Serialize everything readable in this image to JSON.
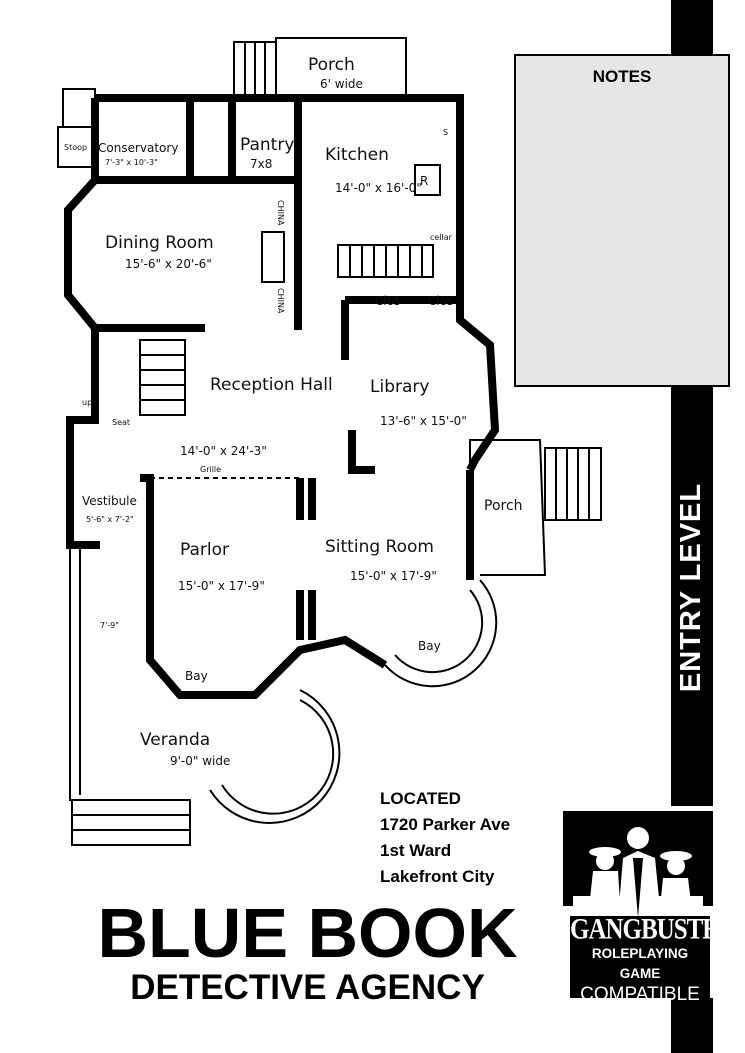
{
  "notes": {
    "title": "NOTES"
  },
  "side_label": "ENTRY LEVEL",
  "location": {
    "heading": "LOCATED",
    "address": "1720 Parker Ave",
    "ward": "1st Ward",
    "city": "Lakefront City"
  },
  "title": {
    "line1": "BLUE BOOK",
    "line2": "DETECTIVE AGENCY"
  },
  "logo": {
    "name": "GANGBUSTERS",
    "line2": "ROLEPLAYING GAME",
    "line3": "COMPATIBLE"
  },
  "floor_plan": {
    "rooms": [
      {
        "name": "Porch",
        "dims": "6' wide"
      },
      {
        "name": "Kitchen",
        "dims": "14'-0\" x 16'-0\""
      },
      {
        "name": "Pantry",
        "dims": "7x8"
      },
      {
        "name": "Conservatory",
        "dims": "7'-3\" x 10'-3\""
      },
      {
        "name": "Stoop",
        "dims": ""
      },
      {
        "name": "Dining Room",
        "dims": "15'-6\" x 20'-6\""
      },
      {
        "name": "Reception Hall",
        "dims": "14'-0\" x 24'-3\""
      },
      {
        "name": "Library",
        "dims": "13'-6\" x 15'-0\""
      },
      {
        "name": "Vestibule",
        "dims": "5'-6\" x 7'-2\""
      },
      {
        "name": "Parlor",
        "dims": "15'-0\" x 17'-9\""
      },
      {
        "name": "Sitting Room",
        "dims": "15'-0\" x 17'-9\""
      },
      {
        "name": "Porch",
        "dims": ""
      },
      {
        "name": "Veranda",
        "dims": "9'-0\" wide"
      }
    ],
    "labels": {
      "china": "CHINA",
      "clos": "Clos",
      "cellar": "cellar",
      "seat": "Seat",
      "grille": "Grille",
      "bay": "Bay",
      "up": "up",
      "range": "R",
      "sink": "S",
      "veranda_width": "7'-9\""
    }
  }
}
